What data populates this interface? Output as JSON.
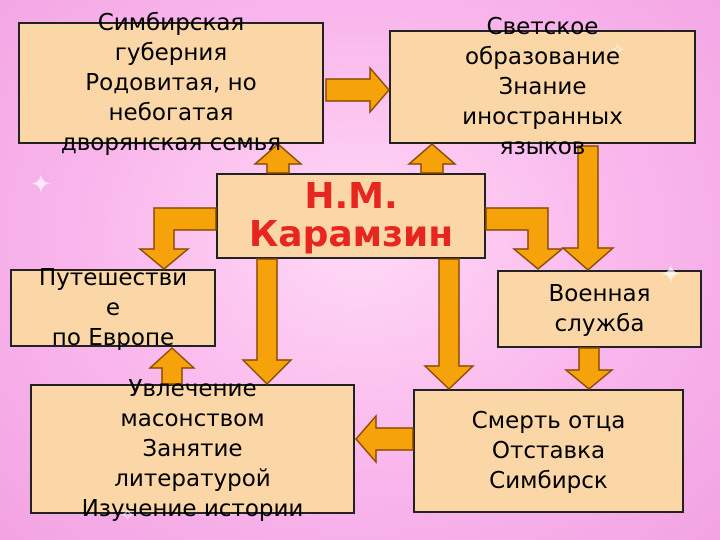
{
  "center": {
    "lines": [
      "Н.М.",
      "Карамзин"
    ]
  },
  "boxes": {
    "origin": {
      "lines": [
        "Симбирская",
        "губерния",
        "Родовитая, но",
        "небогатая",
        "дворянская семья"
      ]
    },
    "education": {
      "lines": [
        "Светское",
        "образование",
        "Знание",
        "иностранных",
        "языков"
      ]
    },
    "travel": {
      "lines": [
        "Путешестви",
        "е",
        "по Европе"
      ]
    },
    "military": {
      "lines": [
        "Военная",
        "служба"
      ]
    },
    "masonry": {
      "lines": [
        "Увлечение",
        "масонством",
        "Занятие",
        "литературой",
        "Изучение истории"
      ]
    },
    "father": {
      "lines": [
        "Смерть отца",
        "Отставка",
        "Симбирск"
      ]
    }
  },
  "colors": {
    "box_fill": "#fbd7a7",
    "title_red": "#e6261f",
    "arrow_orange": "#f6a30b",
    "background_pink": "#f9b6ec"
  }
}
